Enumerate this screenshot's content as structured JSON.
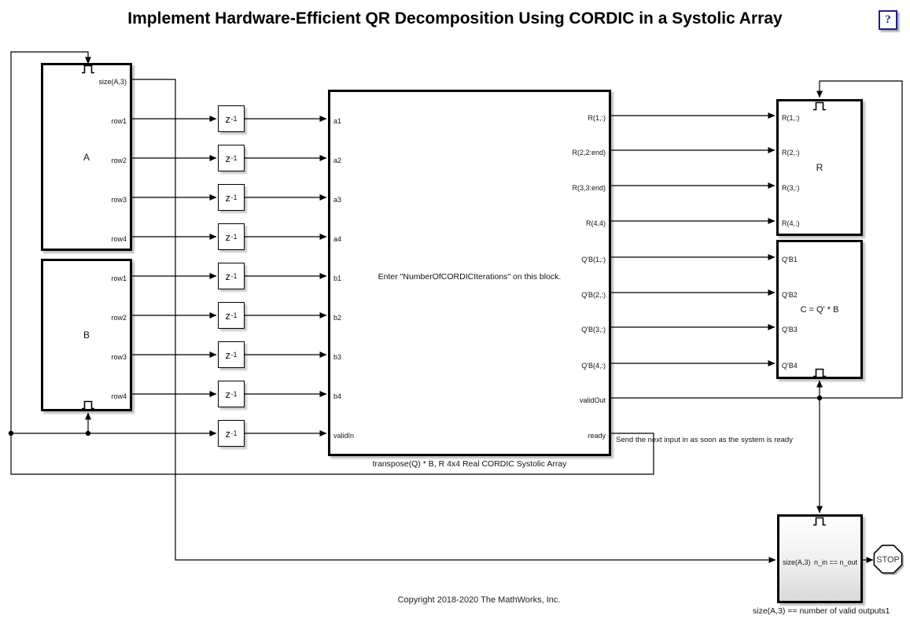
{
  "title": "Implement Hardware-Efficient QR Decomposition Using CORDIC in a Systolic Array",
  "help_button_label": "?",
  "colors": {
    "wire": "#000000",
    "block_border": "#000000",
    "block_fill": "#ffffff",
    "help_accent": "#1f1f90",
    "background": "#ffffff"
  },
  "annotations": {
    "send_next_input": "Send the next input in as soon as the system is ready",
    "copyright": "Copyright 2018-2020 The MathWorks, Inc."
  },
  "blocks": {
    "matrix_a": {
      "name": "A",
      "ports_out": [
        "size(A,3)",
        "row1",
        "row2",
        "row3",
        "row4"
      ]
    },
    "matrix_b": {
      "name": "B",
      "ports_out": [
        "row1",
        "row2",
        "row3",
        "row4"
      ]
    },
    "delay": {
      "base": "z",
      "exponent": "-1"
    },
    "systolic": {
      "caption": "transpose(Q) * B, R 4x4 Real CORDIC Systolic Array",
      "note": "Enter \"NumberOfCORDICIterations\" on this block.",
      "ports_in": [
        "a1",
        "a2",
        "a3",
        "a4",
        "b1",
        "b2",
        "b3",
        "b4",
        "validIn"
      ],
      "ports_out": [
        "R(1,:)",
        "R(2,2:end)",
        "R(3,3:end)",
        "R(4,4)",
        "Q'B(1,:)",
        "Q'B(2,:)",
        "Q'B(3,:)",
        "Q'B(4,:)",
        "validOut",
        "ready"
      ]
    },
    "r_display": {
      "name": "R",
      "ports_in": [
        "R(1,:)",
        "R(2,:)",
        "R(3,:)",
        "R(4,:)"
      ]
    },
    "c_display": {
      "name": "C = Q' * B",
      "ports_in": [
        "Q'B1",
        "Q'B2",
        "Q'B3",
        "Q'B4"
      ]
    },
    "validator": {
      "caption": "size(A,3) == number of valid outputs1",
      "port_in": "size(A,3)",
      "port_out": "n_in == n_out"
    },
    "stop": {
      "label": "STOP"
    }
  }
}
